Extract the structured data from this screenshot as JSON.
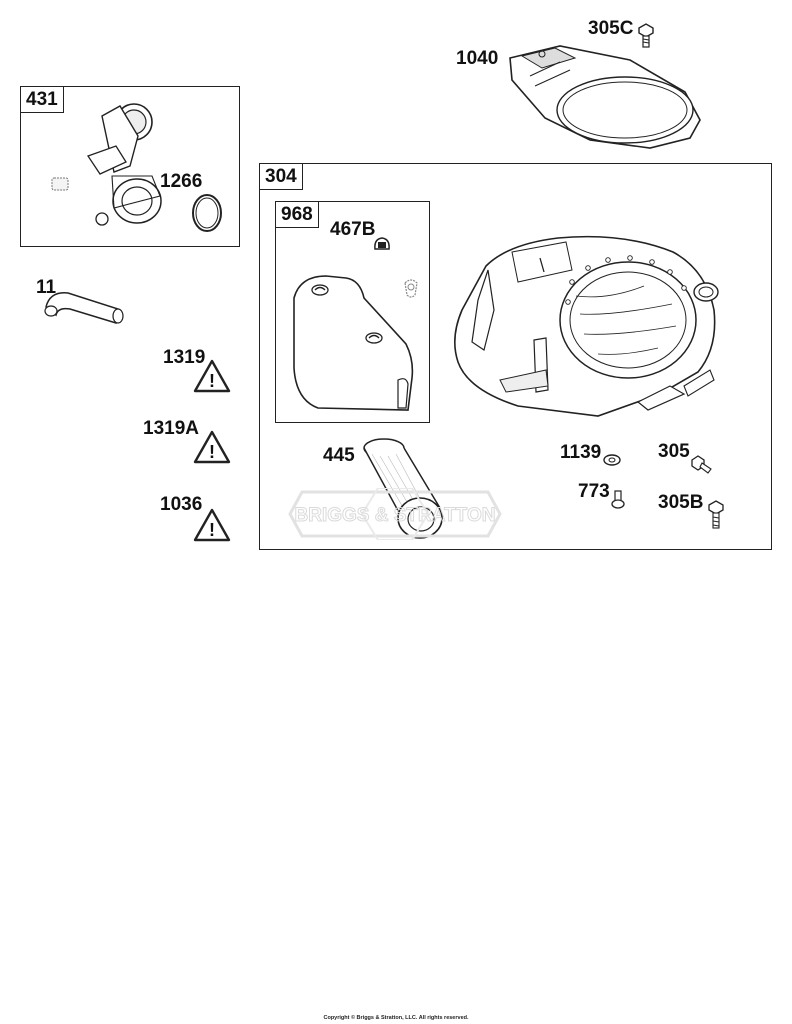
{
  "parts": {
    "p305C": "305C",
    "p1040": "1040",
    "p431": "431",
    "p1266": "1266",
    "p304": "304",
    "p968": "968",
    "p467B": "467B",
    "p11": "11",
    "p1319": "1319",
    "p1319A": "1319A",
    "p1036": "1036",
    "p445": "445",
    "p1139": "1139",
    "p305": "305",
    "p773": "773",
    "p305B": "305B"
  },
  "warning_icon_glyph": "!",
  "watermark_text": "BRIGGS & STRATTON",
  "copyright": "Copyright © Briggs & Stratton, LLC. All rights reserved."
}
